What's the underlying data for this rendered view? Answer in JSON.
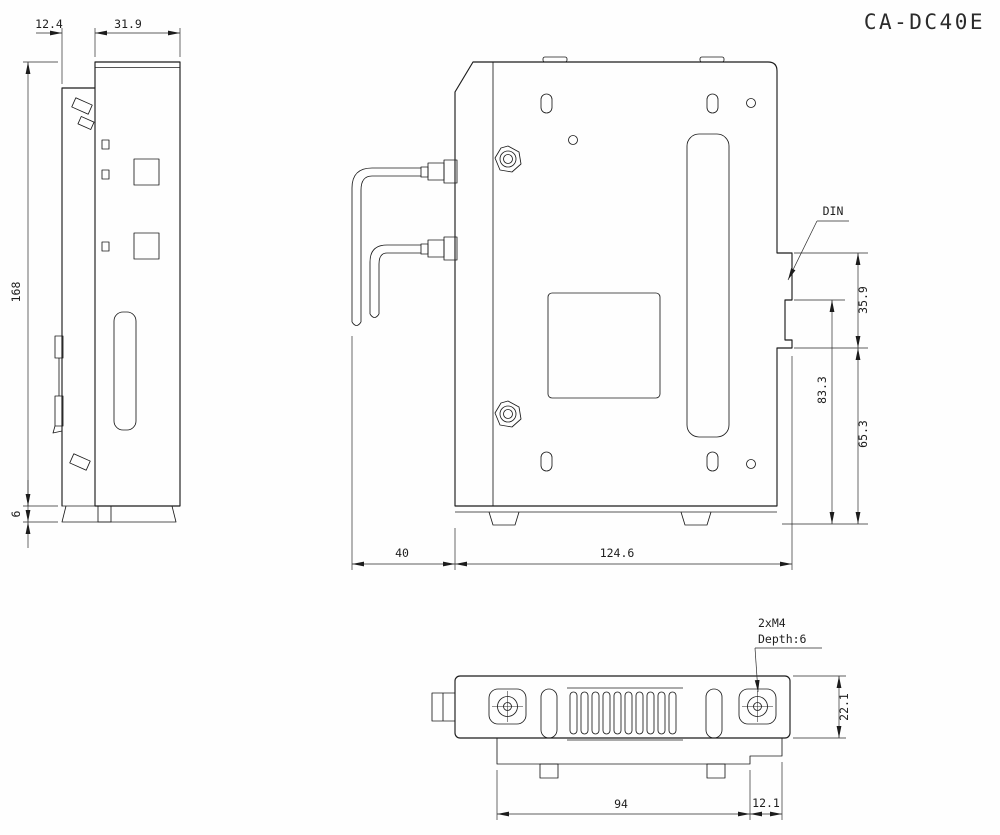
{
  "title": "CA-DC40E",
  "side_view": {
    "dim_depth_small": "12.4",
    "dim_depth_large": "31.9",
    "dim_height": "168",
    "dim_foot": "6"
  },
  "front_view": {
    "dim_cable": "40",
    "dim_width": "124.6",
    "din_label": "DIN",
    "dim_din_upper": "35.9",
    "dim_din_center": "83.3",
    "dim_din_lower": "65.3"
  },
  "bottom_view": {
    "screw_label": "2xM4",
    "screw_depth_label": "Depth:6",
    "dim_depth": "22.1",
    "dim_pitch": "94",
    "dim_offset": "12.1"
  },
  "colors": {
    "line": "#1c1c1c",
    "background": "#fefefe"
  }
}
